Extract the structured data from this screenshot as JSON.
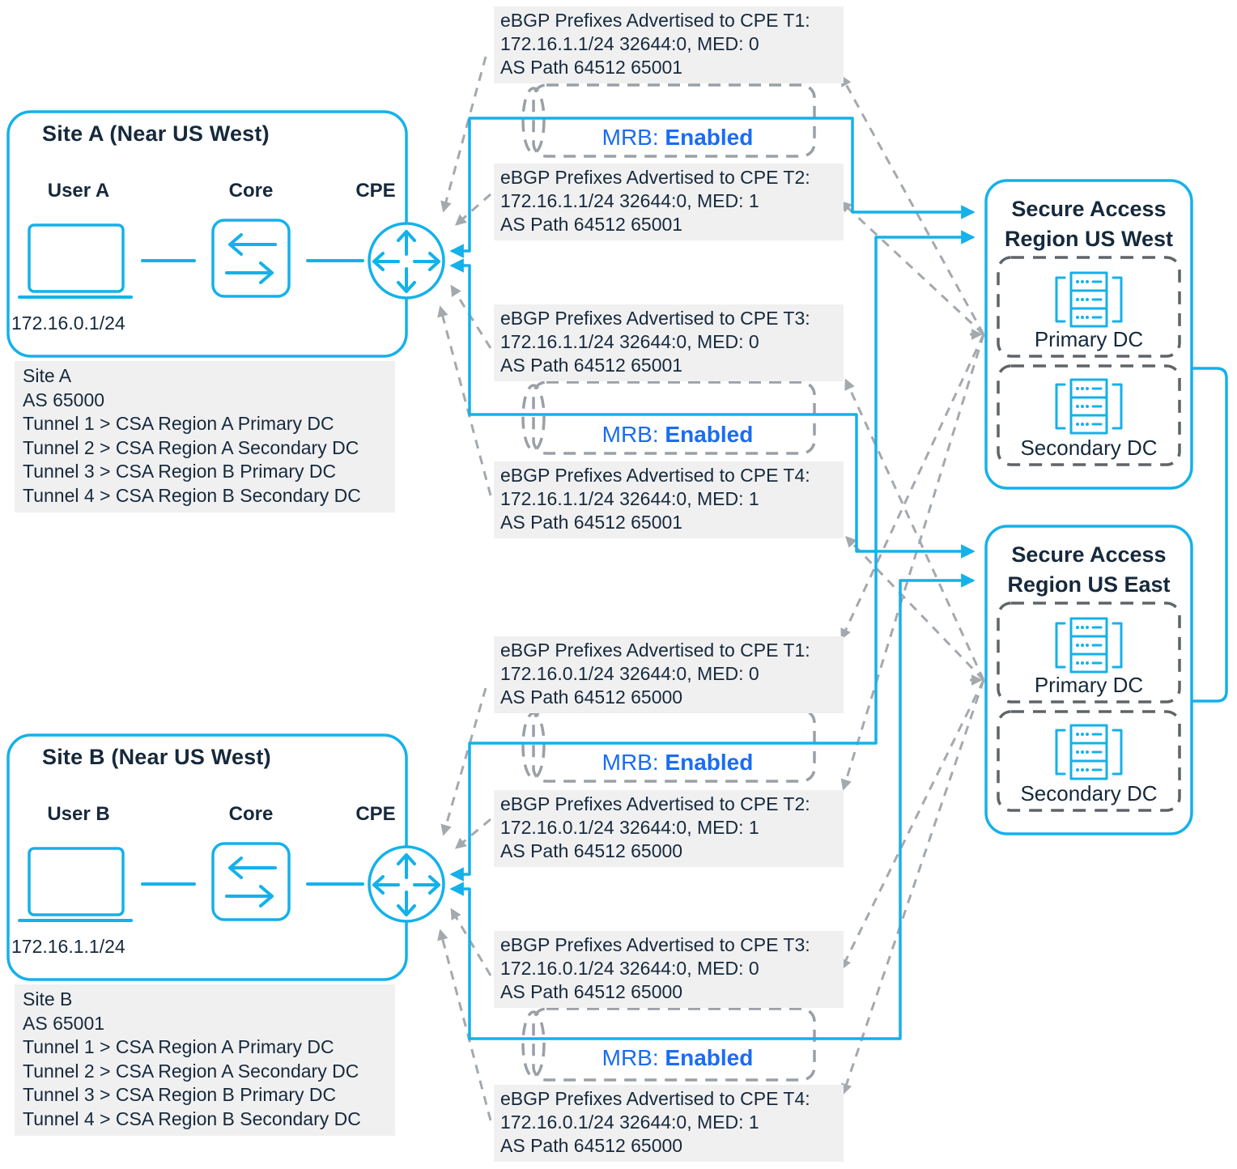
{
  "sites": {
    "a": {
      "title": "Site A (Near US West)",
      "user": "User A",
      "core": "Core",
      "cpe": "CPE",
      "ip": "172.16.0.1/24",
      "info": [
        "Site A",
        "AS 65000",
        "Tunnel 1 > CSA Region A Primary DC",
        "Tunnel 2 > CSA Region A Secondary DC",
        "Tunnel 3 > CSA Region B Primary DC",
        "Tunnel 4 > CSA Region B Secondary DC"
      ]
    },
    "b": {
      "title": "Site B (Near US West)",
      "user": "User B",
      "core": "Core",
      "cpe": "CPE",
      "ip": "172.16.1.1/24",
      "info": [
        "Site B",
        "AS 65001",
        "Tunnel 1 > CSA Region A Primary DC",
        "Tunnel 2 > CSA Region A Secondary DC",
        "Tunnel 3 > CSA Region B Primary DC",
        "Tunnel 4 > CSA Region B Secondary DC"
      ]
    }
  },
  "adverts": {
    "a": [
      {
        "title": "eBGP Prefixes Advertised to CPE T1:",
        "prefix": "172.16.1.1/24 32644:0, MED: 0",
        "as_path": "AS Path 64512 65001"
      },
      {
        "title": "eBGP Prefixes Advertised to CPE T2:",
        "prefix": "172.16.1.1/24 32644:0, MED: 1",
        "as_path": "AS Path 64512 65001"
      },
      {
        "title": "eBGP Prefixes Advertised to CPE T3:",
        "prefix": "172.16.1.1/24 32644:0, MED: 0",
        "as_path": "AS Path 64512 65001"
      },
      {
        "title": "eBGP Prefixes Advertised to CPE T4:",
        "prefix": "172.16.1.1/24 32644:0, MED: 1",
        "as_path": "AS Path 64512 65001"
      }
    ],
    "b": [
      {
        "title": "eBGP Prefixes Advertised to CPE T1:",
        "prefix": "172.16.0.1/24 32644:0, MED: 0",
        "as_path": "AS Path 64512 65000"
      },
      {
        "title": "eBGP Prefixes Advertised to CPE T2:",
        "prefix": "172.16.0.1/24 32644:0, MED: 1",
        "as_path": "AS Path 64512 65000"
      },
      {
        "title": "eBGP Prefixes Advertised to CPE T3:",
        "prefix": "172.16.0.1/24 32644:0, MED: 0",
        "as_path": "AS Path 64512 65000"
      },
      {
        "title": "eBGP Prefixes Advertised to CPE T4:",
        "prefix": "172.16.0.1/24 32644:0, MED: 1",
        "as_path": "AS Path 64512 65000"
      }
    ]
  },
  "mrb": {
    "label": "MRB:",
    "value": "Enabled"
  },
  "regions": {
    "west": {
      "title1": "Secure Access",
      "title2": "Region US West",
      "primary": "Primary DC",
      "secondary": "Secondary DC"
    },
    "east": {
      "title1": "Secure Access",
      "title2": "Region US East",
      "primary": "Primary DC",
      "secondary": "Secondary DC"
    }
  },
  "colors": {
    "cyan": "#14b1ea",
    "navy": "#16293c",
    "mrb_blue": "#1a6cf4",
    "dash_gray": "#a4a9ae",
    "dc_dash_gray": "#5f6468",
    "panel_bg": "#f0f0f1"
  }
}
